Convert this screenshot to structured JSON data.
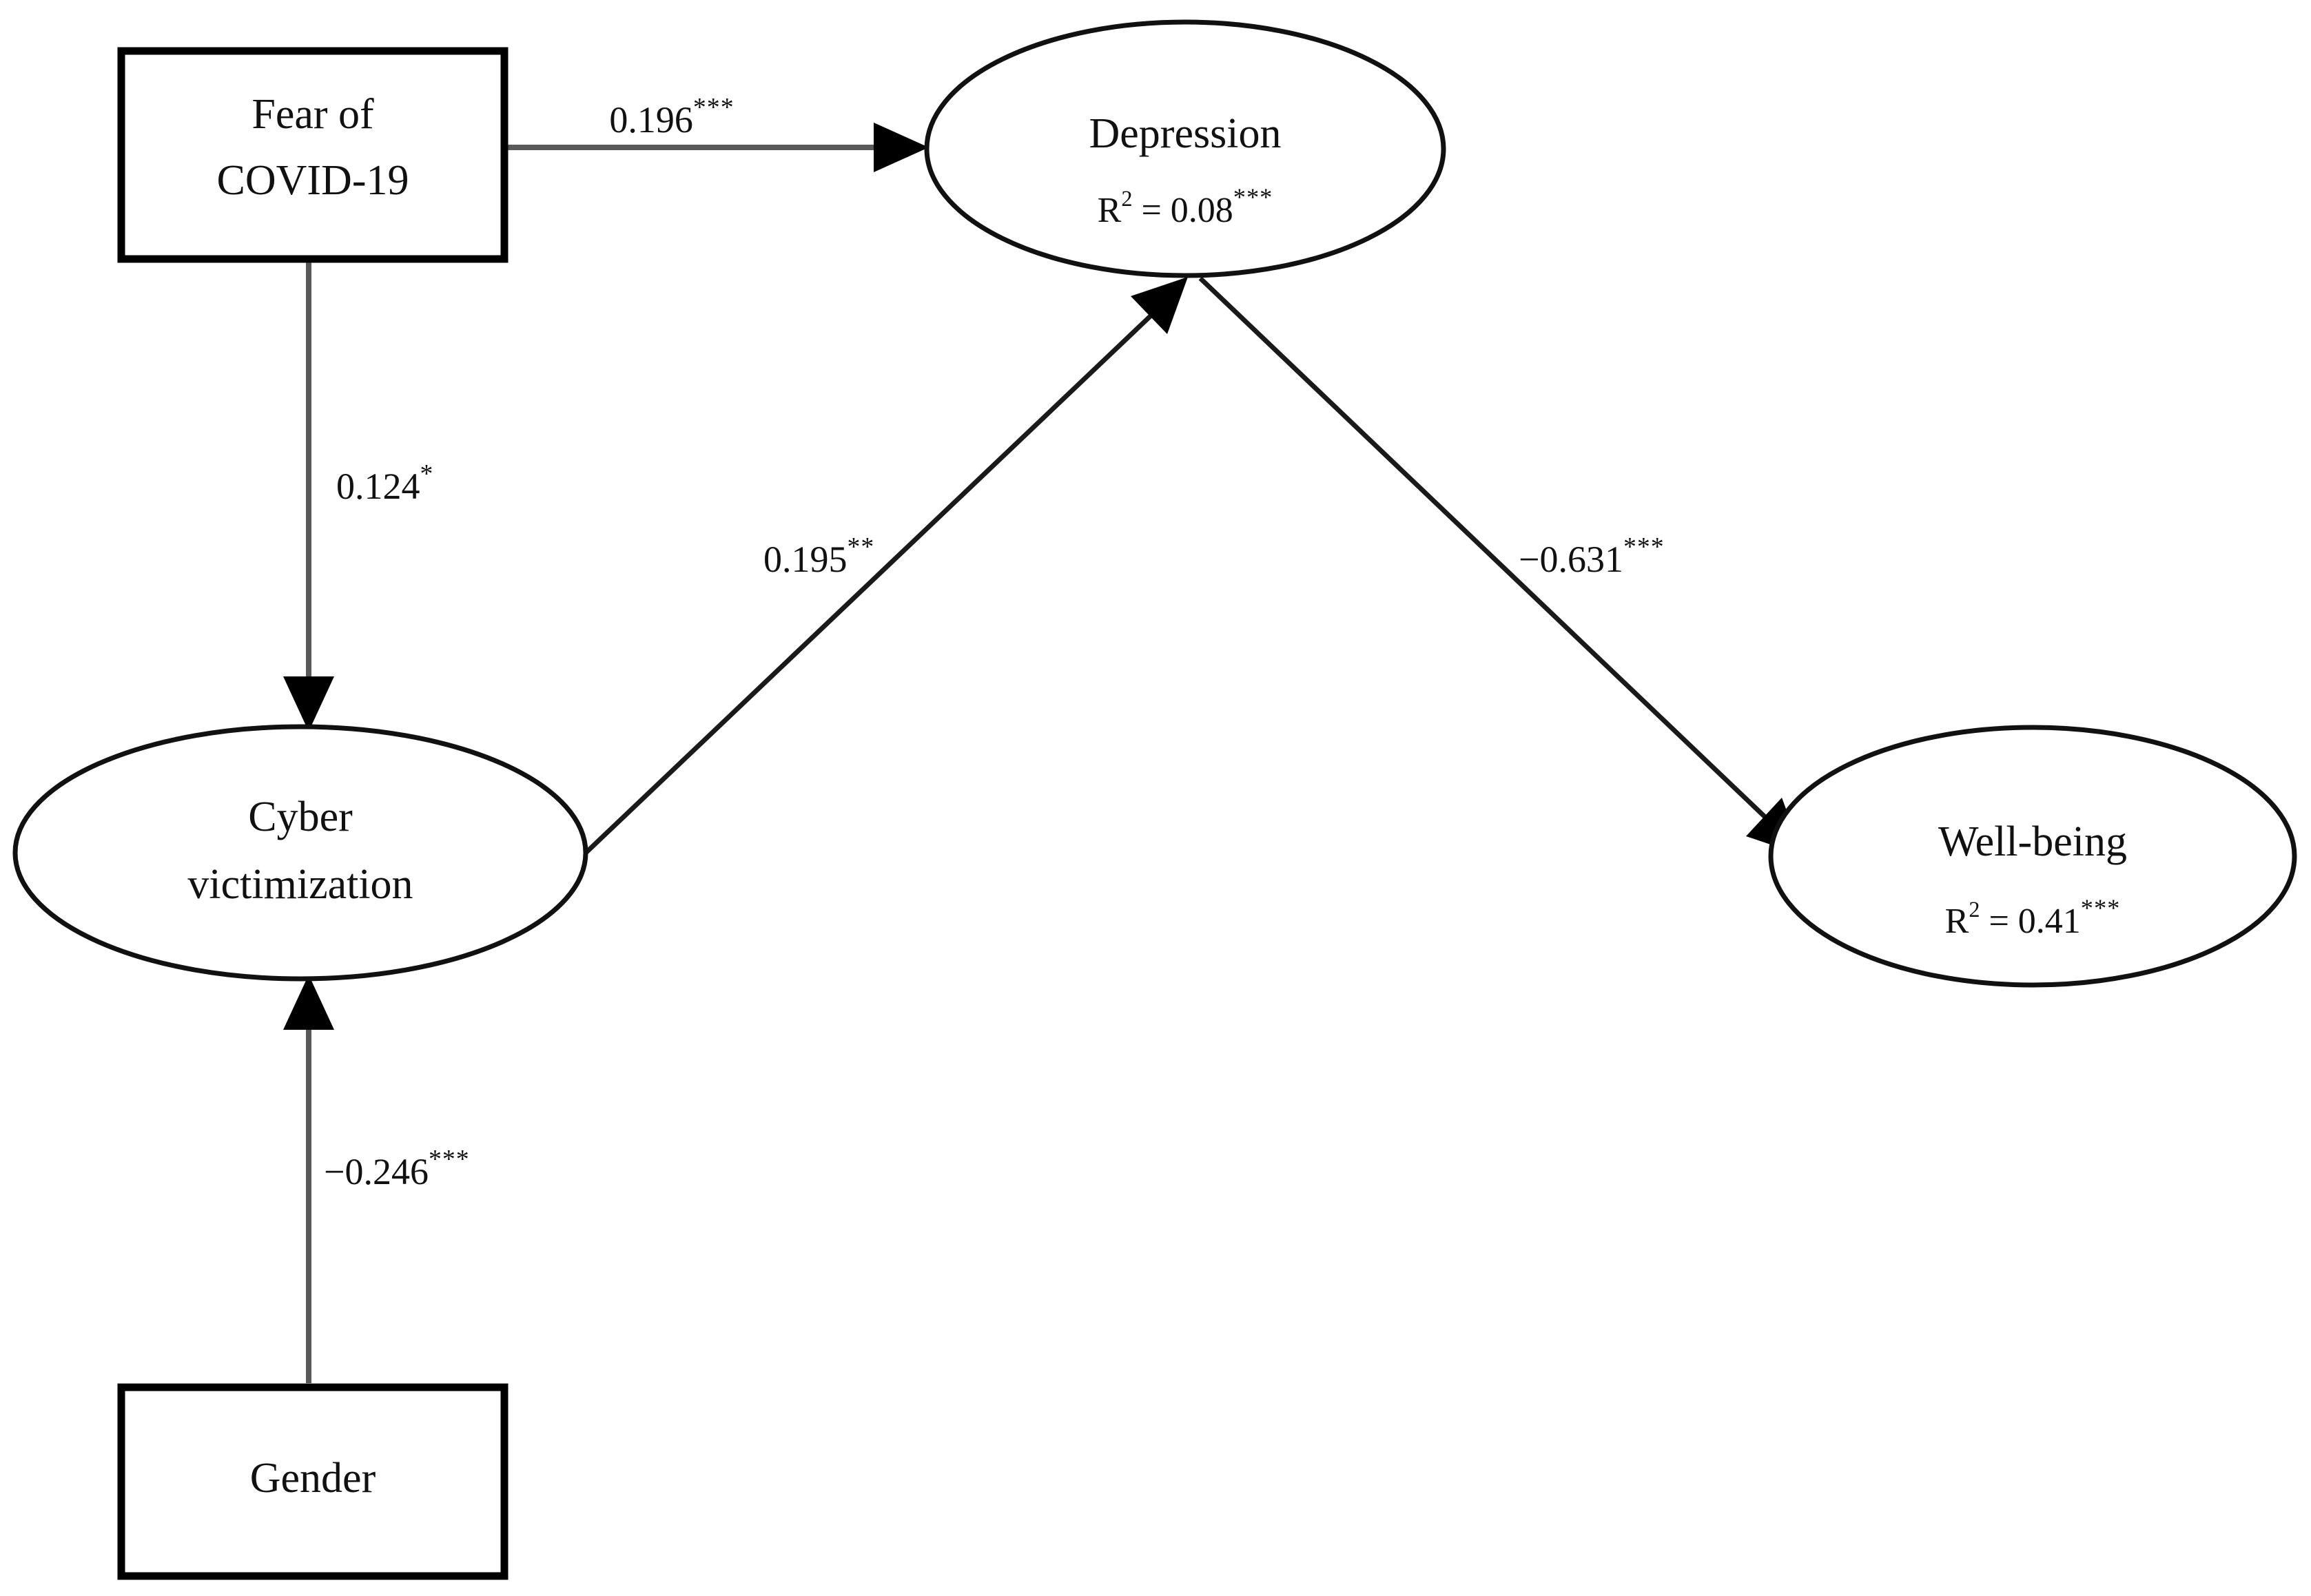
{
  "diagram": {
    "type": "structural-equation-model",
    "background_color": "#ffffff",
    "line_color": "#595959",
    "shape_stroke_color": "#111111",
    "text_color": "#111111",
    "nodes": [
      {
        "id": "fear-of-covid",
        "shape": "rectangle",
        "label_line1": "Fear of",
        "label_line2": "COVID-19",
        "r2": ""
      },
      {
        "id": "depression",
        "shape": "ellipse",
        "label_line1": "Depression",
        "label_line2": "",
        "r2_prefix": "R",
        "r2_exponent": "2",
        "r2_body": " = 0.08",
        "r2_stars": "***"
      },
      {
        "id": "cyber-victimization",
        "shape": "ellipse",
        "label_line1": "Cyber",
        "label_line2": "victimization",
        "r2": ""
      },
      {
        "id": "well-being",
        "shape": "ellipse",
        "label_line1": "Well-being",
        "label_line2": "",
        "r2_prefix": "R",
        "r2_exponent": "2",
        "r2_body": " = 0.41",
        "r2_stars": "***"
      },
      {
        "id": "gender",
        "shape": "rectangle",
        "label_line1": "Gender",
        "label_line2": "",
        "r2": ""
      }
    ],
    "edges": [
      {
        "id": "fear-to-depression",
        "from": "fear-of-covid",
        "to": "depression",
        "coefficient": "0.196",
        "stars": "***",
        "value": 0.196,
        "significance": "p < 0.001"
      },
      {
        "id": "fear-to-cyber",
        "from": "fear-of-covid",
        "to": "cyber-victimization",
        "coefficient": "0.124",
        "stars": "*",
        "value": 0.124,
        "significance": "p < 0.05"
      },
      {
        "id": "cyber-to-depression",
        "from": "cyber-victimization",
        "to": "depression",
        "coefficient": "0.195",
        "stars": "**",
        "value": 0.195,
        "significance": "p < 0.01"
      },
      {
        "id": "depression-to-wellbeing",
        "from": "depression",
        "to": "well-being",
        "coefficient": "−0.631",
        "stars": "***",
        "value": -0.631,
        "significance": "p < 0.001"
      },
      {
        "id": "gender-to-cyber",
        "from": "gender",
        "to": "cyber-victimization",
        "coefficient": "−0.246",
        "stars": "***",
        "value": -0.246,
        "significance": "p < 0.001"
      }
    ]
  }
}
